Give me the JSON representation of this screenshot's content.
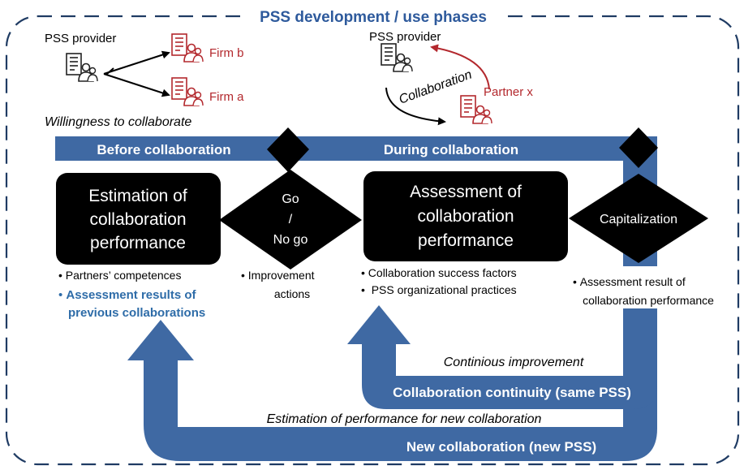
{
  "title": "PSS development / use phases",
  "scenario_left": {
    "provider_label": "PSS provider",
    "firm_b": "Firm b",
    "firm_a": "Firm a",
    "caption": "Willingness to collaborate",
    "icon": "building-people-icon"
  },
  "scenario_right": {
    "provider_label": "PSS provider",
    "partner": "Partner x",
    "arrow_label": "Collaboration",
    "icon": "building-people-icon"
  },
  "phases": {
    "before": "Before collaboration",
    "during": "During collaboration"
  },
  "boxes": {
    "estimation": [
      "Estimation of",
      "collaboration",
      "performance"
    ],
    "assessment": [
      "Assessment of",
      "collaboration",
      "performance"
    ]
  },
  "decisions": {
    "go_nogo": [
      "Go",
      "/",
      "No go"
    ],
    "capitalization": "Capitalization"
  },
  "bullets": {
    "estimation_items": [
      "Partners’ competences"
    ],
    "estimation_highlight": [
      "Assessment results of",
      "previous collaborations"
    ],
    "go_nogo_items": [
      "Improvement",
      "actions"
    ],
    "assessment_items": [
      "Collaboration success factors",
      "PSS organizational practices"
    ],
    "capitalization_items": [
      "Assessment result of",
      "collaboration performance"
    ]
  },
  "loops": {
    "inner_label": "Continious improvement",
    "inner_band": "Collaboration continuity (same PSS)",
    "outer_label": "Estimation of performance for new collaboration",
    "outer_band": "New collaboration (new PSS)"
  },
  "colors": {
    "band": "#3f69a3",
    "title": "#2e5a9c",
    "red": "#b3282d",
    "box": "#000000",
    "highlight": "#2e6ca8"
  }
}
